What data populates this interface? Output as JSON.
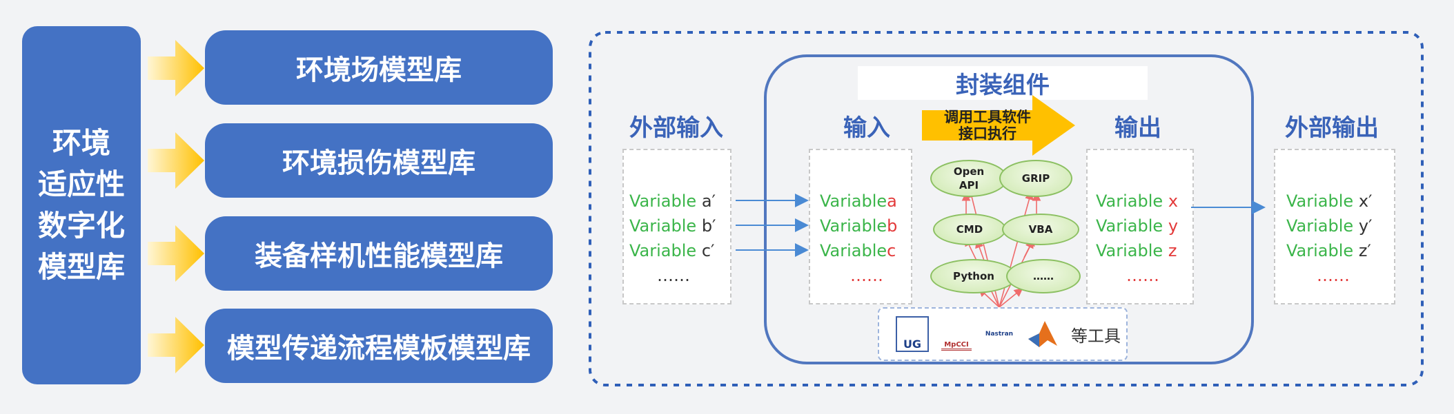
{
  "main_title": {
    "lines": [
      "环境",
      "适应性",
      "数字化",
      "模型库"
    ]
  },
  "libraries": [
    "环境场模型库",
    "环境损伤模型库",
    "装备样机性能模型库",
    "模型传递流程模板模型库"
  ],
  "component": {
    "title": "封装组件",
    "call_label_line1": "调用工具软件",
    "call_label_line2": "接口执行"
  },
  "columns": {
    "ext_input": {
      "title": "外部输入",
      "rows": [
        {
          "var": "Variable",
          "suffix": "a′"
        },
        {
          "var": "Variable",
          "suffix": "b′"
        },
        {
          "var": "Variable",
          "suffix": "c′"
        }
      ],
      "more": "……"
    },
    "input": {
      "title": "输入",
      "rows": [
        {
          "var": "Variable",
          "suffix": "a"
        },
        {
          "var": "Variable",
          "suffix": "b"
        },
        {
          "var": "Variable",
          "suffix": "c"
        }
      ],
      "more": "……"
    },
    "output": {
      "title": "输出",
      "rows": [
        {
          "var": "Variable",
          "suffix": "x"
        },
        {
          "var": "Variable",
          "suffix": "y"
        },
        {
          "var": "Variable",
          "suffix": "z"
        }
      ],
      "more": "……"
    },
    "ext_output": {
      "title": "外部输出",
      "rows": [
        {
          "var": "Variable",
          "suffix": "x′"
        },
        {
          "var": "Variable",
          "suffix": "y′"
        },
        {
          "var": "Variable",
          "suffix": "z′"
        }
      ],
      "more": "……"
    }
  },
  "nodes": {
    "open_api_line1": "Open",
    "open_api_line2": "API",
    "grip": "GRIP",
    "cmd": "CMD",
    "vba": "VBA",
    "python": "Python",
    "more": "……"
  },
  "tools": {
    "ug": "UG",
    "mpcci": "MpCCI",
    "nastran": "Nastran",
    "label": "等工具"
  },
  "colors": {
    "box_blue": "#4472c4",
    "arrow_yellow": "#ffc000",
    "title_blue": "#3a63b8",
    "var_green": "#3bb54a",
    "var_red": "#e33a3a"
  }
}
